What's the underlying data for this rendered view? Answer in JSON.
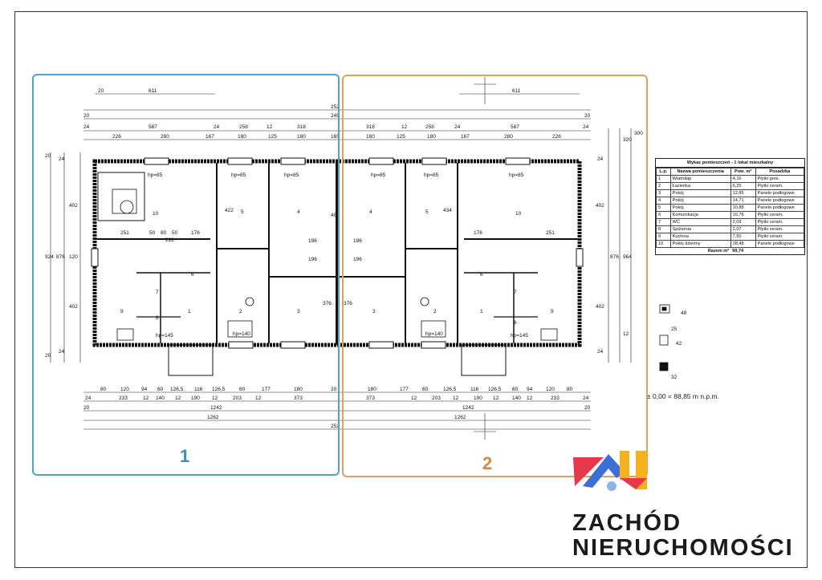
{
  "zones": [
    {
      "label": "1"
    },
    {
      "label": "2"
    }
  ],
  "dimensions": {
    "top_row_1": [
      "20",
      "611",
      "611"
    ],
    "top_row_2": [
      "252"
    ],
    "top_row_3": [
      "20",
      "249",
      "20"
    ],
    "top_row_4": [
      "24",
      "587",
      "24",
      "258",
      "12",
      "318",
      "318",
      "12",
      "258",
      "24",
      "587",
      "24"
    ],
    "top_row_5": [
      "226",
      "280",
      "167",
      "180",
      "125",
      "180",
      "165",
      "180",
      "125",
      "180",
      "167",
      "280",
      "226"
    ],
    "bottom_row_1": [
      "80",
      "120",
      "94",
      "60",
      "126,5",
      "116",
      "126,5",
      "60",
      "177",
      "180",
      "20",
      "180",
      "177",
      "60",
      "126,5",
      "116",
      "126,5",
      "60",
      "94",
      "120",
      "80"
    ],
    "bottom_row_2": [
      "24",
      "233",
      "12",
      "140",
      "12",
      "190",
      "12",
      "203",
      "12",
      "373",
      "373",
      "12",
      "203",
      "12",
      "190",
      "12",
      "140",
      "12",
      "233",
      "24"
    ],
    "bottom_row_3": [
      "20",
      "1242",
      "20"
    ],
    "bottom_row_4": [
      "1262",
      "1262"
    ],
    "bottom_row_5": [
      "252"
    ],
    "left_side": [
      "20",
      "24",
      "402",
      "924",
      "876",
      "120",
      "402",
      "24",
      "20"
    ],
    "right_side": [
      "320",
      "300",
      "24",
      "402",
      "876",
      "964",
      "402",
      "24",
      "12"
    ],
    "interior": [
      "251",
      "50",
      "80",
      "50",
      "176",
      "228",
      "422",
      "488",
      "196",
      "196",
      "196",
      "196",
      "376",
      "376",
      "434",
      "251",
      "176"
    ]
  },
  "room_labels": [
    "10",
    "5",
    "4",
    "4",
    "5",
    "10",
    "6",
    "6",
    "9",
    "7",
    "8",
    "1",
    "2",
    "3",
    "3",
    "2",
    "1",
    "7",
    "8",
    "9"
  ],
  "window_tags": [
    "hp=85",
    "hp=85",
    "hp=85",
    "hp=85",
    "hp=85",
    "hp=85",
    "hp=145",
    "hp=145",
    "hp=140",
    "hp=140"
  ],
  "table": {
    "title": "Wykaz pomieszczeń - 1 lokal mieszkalny",
    "headers": [
      "L.p.",
      "Nazwa pomieszczenia",
      "Pow. m²",
      "Posadzka"
    ],
    "rows": [
      [
        "1",
        "Wiatrołap",
        "4,16",
        "Płytki gres."
      ],
      [
        "2",
        "Łazienka",
        "6,25",
        "Płytki ceram."
      ],
      [
        "3",
        "Pokój",
        "12,85",
        "Panele podłogowe"
      ],
      [
        "4",
        "Pokój",
        "14,71",
        "Panele podłogowe"
      ],
      [
        "5",
        "Pokój",
        "10,88",
        "Panele podłogowe"
      ],
      [
        "6",
        "Komunikacja",
        "10,76",
        "Płytki ceram."
      ],
      [
        "7",
        "WC",
        "2,03",
        "Płytki ceram."
      ],
      [
        "8",
        "Spiżarnia",
        "2,07",
        "Płytki ceram."
      ],
      [
        "9",
        "Kuchnia",
        "7,50",
        "Płytki ceram."
      ],
      [
        "10",
        "Pokój dzienny",
        "28,48",
        "Panele podłogowe"
      ]
    ],
    "total_label": "Razem m²",
    "total_value": "99,74"
  },
  "legend_dims": [
    "48",
    "25",
    "42",
    "32"
  ],
  "elevation": "± 0,00 = 88,85 m n.p.m.",
  "brand": {
    "line1": "ZACHÓD",
    "line2": "NIERUCHOMOŚCI"
  },
  "colors": {
    "zone1": "#4aa6cc",
    "zone2": "#e0a060",
    "logo_red": "#e6374b",
    "logo_blue": "#3b6fd6",
    "logo_yellow": "#f6b21b"
  }
}
